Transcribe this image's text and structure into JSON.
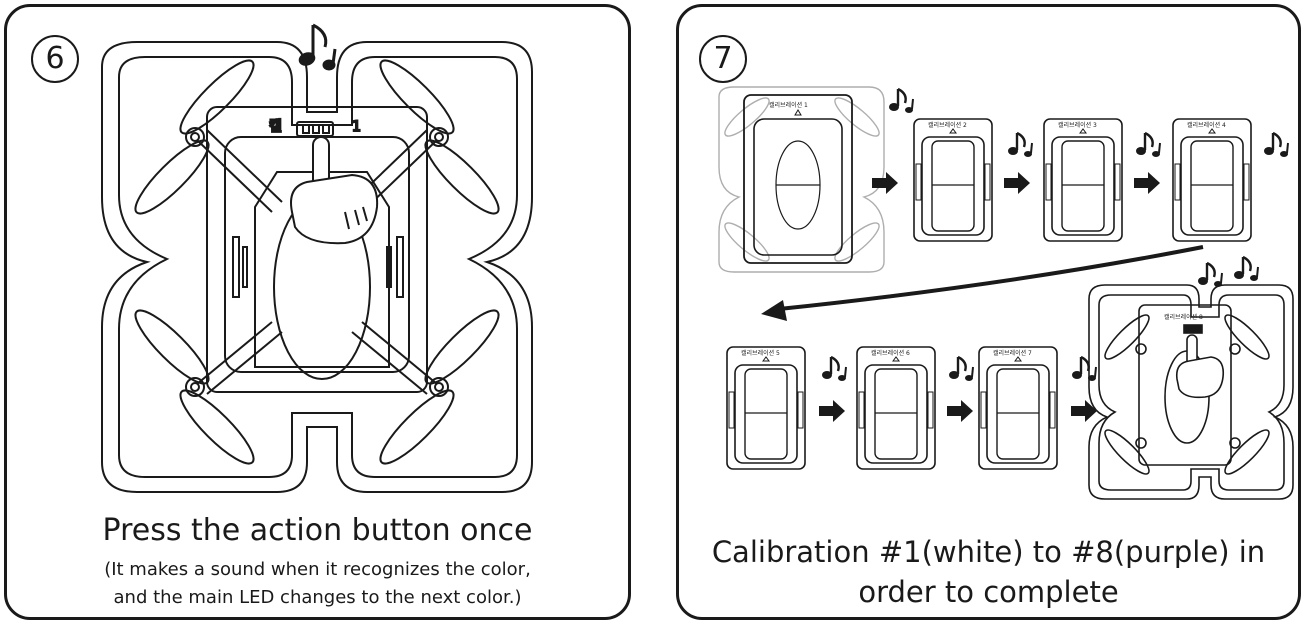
{
  "step6": {
    "number": "6",
    "title": "Press the action button once",
    "note_line1": "(It makes a sound when it recognizes the color,",
    "note_line2": "and the main LED changes to the next color.)",
    "pad_label_partial": "캘",
    "pad_label_number": "1"
  },
  "step7": {
    "number": "7",
    "title_line1": "Calibration #1(white) to #8(purple) in",
    "title_line2": "order to complete",
    "pad_labels": [
      "캘리브레이션 1",
      "캘리브레이션 2",
      "캘리브레이션 3",
      "캘리브레이션 4",
      "캘리브레이션 5",
      "캘리브레이션 6",
      "캘리브레이션 7",
      "캘리브레이션 8"
    ]
  },
  "icons": [
    "music-note-icon",
    "arrow-right-icon",
    "hand-press-icon",
    "drone-icon",
    "calibration-pad-icon"
  ]
}
